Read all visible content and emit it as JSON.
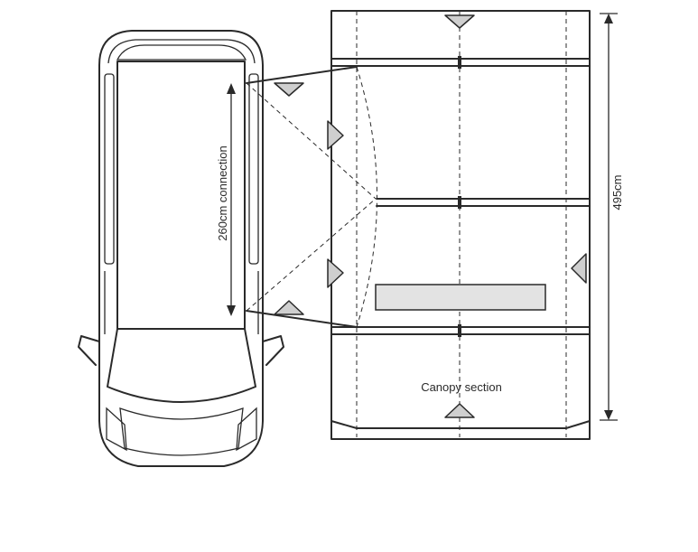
{
  "labels": {
    "connection": "260cm connection",
    "length": "495cm",
    "canopy": "Canopy section"
  },
  "colors": {
    "line": "#2a2a2a",
    "peg_fill": "#cfcfcf",
    "window_fill": "#e3e3e3",
    "background": "#ffffff"
  }
}
